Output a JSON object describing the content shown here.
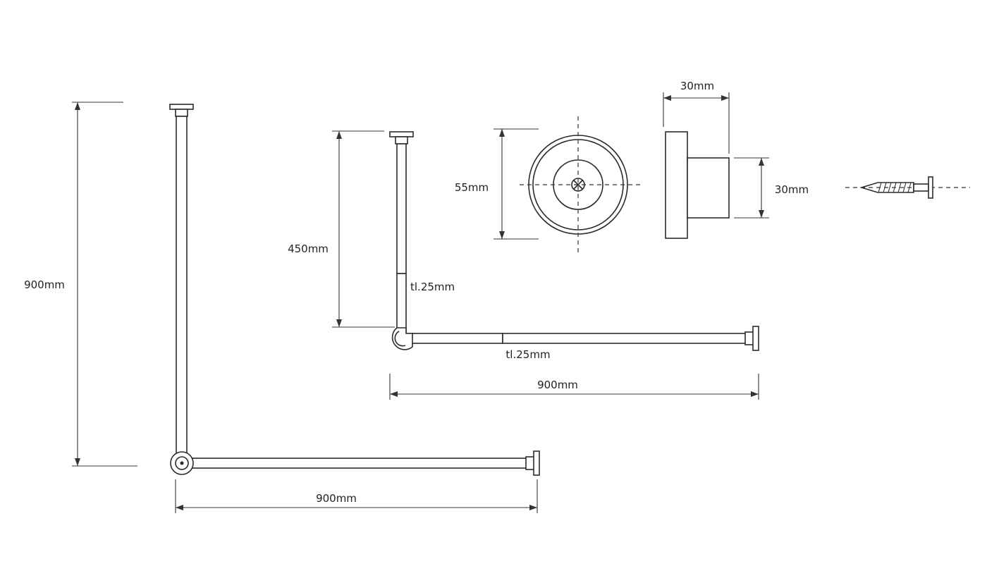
{
  "dimensions": {
    "large_height": "900mm",
    "large_width": "900mm",
    "small_height": "450mm",
    "small_vertical_tube": "tl.25mm",
    "small_horizontal_tube": "tl.25mm",
    "small_width": "900mm",
    "flange_diameter": "55mm",
    "flange_depth": "30mm",
    "flange_side_height": "30mm"
  },
  "icons": {
    "screw": "screw-icon"
  },
  "colors": {
    "line": "#2b2b2b",
    "background": "#ffffff"
  }
}
